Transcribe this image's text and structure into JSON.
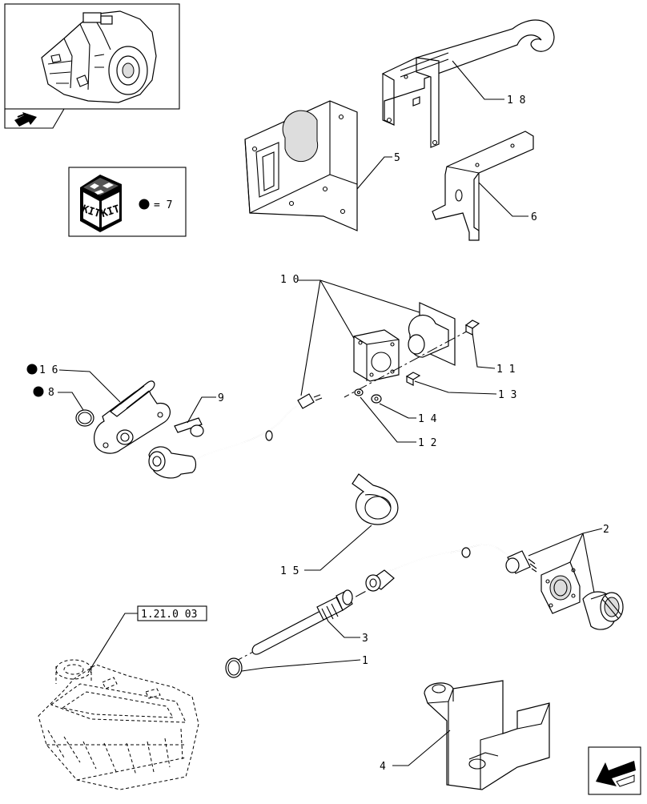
{
  "kit_box": {
    "kit_text_left": "KIT",
    "kit_text_right": "KIT",
    "equation": "= 7"
  },
  "references": {
    "ref_box": "1.21.0 03"
  },
  "callouts": [
    {
      "id": "c18",
      "label": "1 8"
    },
    {
      "id": "c5",
      "label": "5"
    },
    {
      "id": "c6",
      "label": "6"
    },
    {
      "id": "c10",
      "label": "1 0"
    },
    {
      "id": "c11",
      "label": "1 1"
    },
    {
      "id": "c13",
      "label": "1 3"
    },
    {
      "id": "c14",
      "label": "1 4"
    },
    {
      "id": "c12",
      "label": "1 2"
    },
    {
      "id": "c16",
      "label": "1 6"
    },
    {
      "id": "c8",
      "label": "8"
    },
    {
      "id": "c9",
      "label": "9"
    },
    {
      "id": "c15",
      "label": "1 5"
    },
    {
      "id": "c3",
      "label": "3"
    },
    {
      "id": "c1",
      "label": "1"
    },
    {
      "id": "c2",
      "label": "2"
    },
    {
      "id": "c4",
      "label": "4"
    }
  ],
  "icons": {
    "thumbnail": "transmission-housing-thumbnail",
    "nav_top": "page-arrow-icon",
    "nav_bottom": "previous-page-arrow-icon",
    "bullet": "black-dot-icon"
  }
}
